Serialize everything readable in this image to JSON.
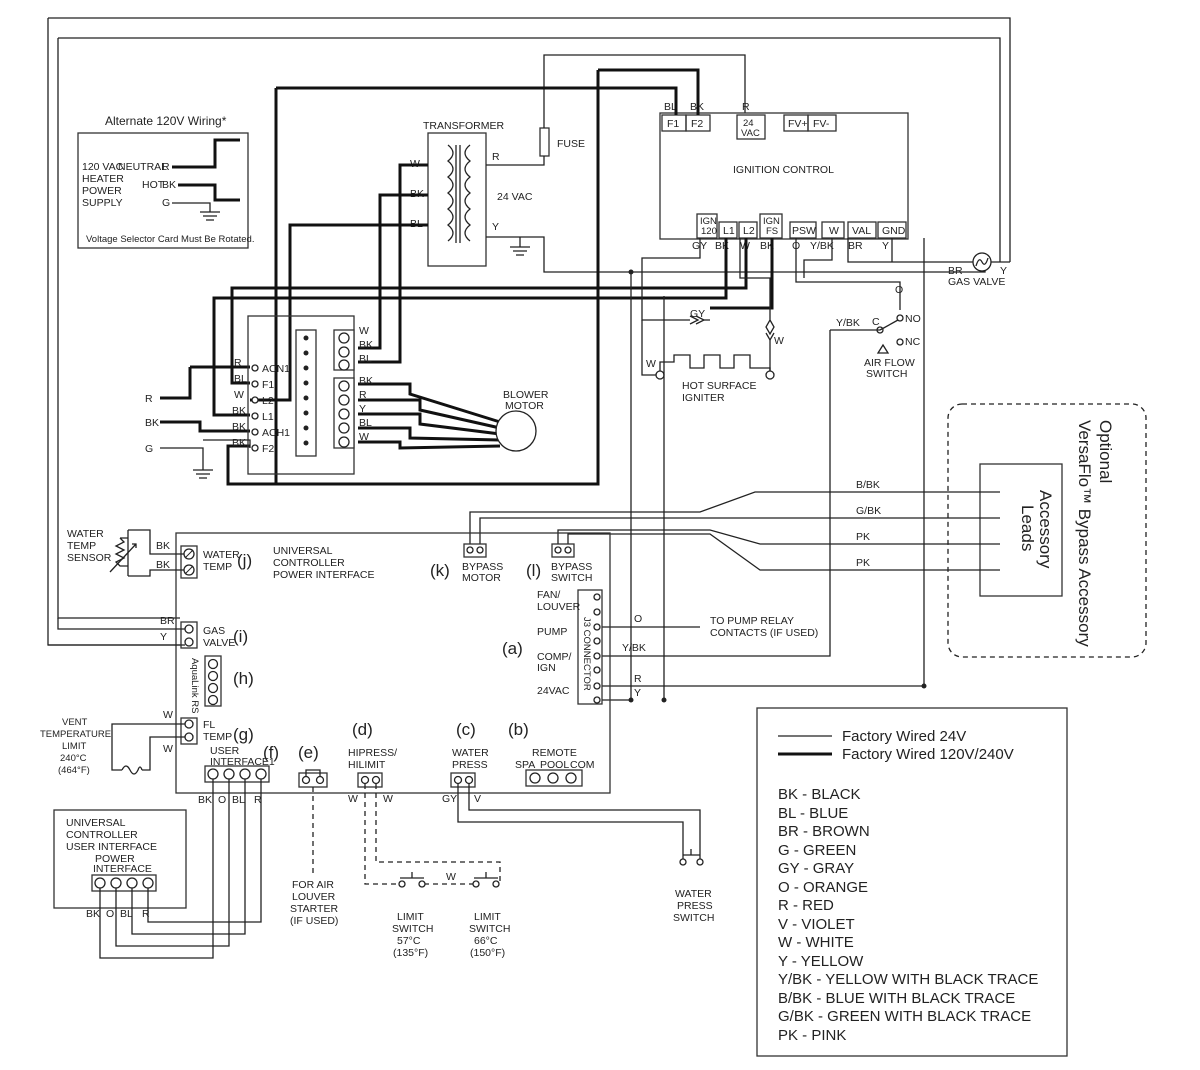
{
  "alt_wiring": {
    "title": "Alternate 120V Wiring*",
    "supply": [
      "120 VAC",
      "HEATER",
      "POWER",
      "SUPPLY"
    ],
    "neutral": "NEUTRAL",
    "neutral_wire": "R",
    "hot": "HOT",
    "hot_wire": "BK",
    "ground": "G",
    "note": "Voltage Selector Card Must Be Rotated."
  },
  "transformer": {
    "title": "TRANSFORMER",
    "fuse": "FUSE",
    "volts": "24 VAC",
    "w": "W",
    "bk": "BK",
    "bl": "BL",
    "r": "R",
    "y": "Y"
  },
  "ignition": {
    "title": "IGNITION CONTROL",
    "top_terms": [
      "F1",
      "F2",
      "24\nVAC",
      "FV+",
      "FV-"
    ],
    "top_wires": [
      "BL",
      "BK",
      "R"
    ],
    "bottom_terms": [
      "IGN\n120",
      "L1",
      "L2",
      "IGN\nFS",
      "PSW",
      "W",
      "VAL",
      "GND"
    ],
    "bottom_wires": [
      "GY",
      "BK",
      "W",
      "BK",
      "O",
      "Y/BK",
      "BR",
      "Y"
    ]
  },
  "gas_valve": {
    "label": "GAS VALVE",
    "br": "BR",
    "y": "Y"
  },
  "air_flow": {
    "label": [
      "AIR FLOW",
      "SWITCH"
    ],
    "o": "O",
    "no": "NO",
    "c": "C",
    "nc": "NC",
    "ybk": "Y/BK"
  },
  "igniter": {
    "label": [
      "HOT SURFACE",
      "IGNITER"
    ],
    "gy": "GY",
    "w1": "W",
    "w2": "W"
  },
  "voltage_card": {
    "terms": [
      "ACN1",
      "F1",
      "L2",
      "L1",
      "ACH1",
      "F2"
    ],
    "left_wires": [
      "R",
      "BL",
      "W",
      "BK",
      "BK",
      "BK"
    ],
    "right_top": [
      "W",
      "BK",
      "BL"
    ],
    "right_bottom": [
      "BK",
      "R",
      "Y",
      "BL",
      "W"
    ],
    "input": [
      "R",
      "BK",
      "G"
    ]
  },
  "blower": {
    "label": [
      "BLOWER",
      "MOTOR"
    ]
  },
  "bypass_accessory": {
    "title": [
      "Optional",
      "VersaFlo™ Bypass Accessory"
    ],
    "leads": [
      "Accessory",
      "Leads"
    ],
    "wires": [
      "B/BK",
      "G/BK",
      "PK",
      "PK"
    ]
  },
  "controller": {
    "title": [
      "UNIVERSAL",
      "CONTROLLER",
      "POWER INTERFACE"
    ],
    "water_temp": {
      "letter": "(j)",
      "label": [
        "WATER",
        "TEMP"
      ],
      "sensor": [
        "WATER",
        "TEMP",
        "SENSOR"
      ],
      "wires": [
        "BK",
        "BK"
      ]
    },
    "gas_valve": {
      "letter": "(i)",
      "label": [
        "GAS",
        "VALVE"
      ],
      "wires": [
        "BR",
        "Y"
      ]
    },
    "aqualink": {
      "letter": "(h)",
      "label": "AquaLink RS"
    },
    "fl_temp": {
      "letter": "(g)",
      "label": [
        "FL",
        "TEMP"
      ],
      "wires": [
        "W",
        "W"
      ],
      "limit": [
        "VENT",
        "TEMPERATURE",
        "LIMIT",
        "240°C",
        "(464°F)"
      ]
    },
    "user_interface": {
      "letter": "(f)",
      "label": [
        "USER",
        "INTERFACE1"
      ],
      "wires": [
        "BK",
        "O",
        "BL",
        "R"
      ]
    },
    "louver": {
      "letter": "(e)",
      "label": [
        "FOR AIR",
        "LOUVER",
        "STARTER",
        "(IF USED)"
      ]
    },
    "hipress": {
      "letter": "(d)",
      "label": [
        "HIPRESS/",
        "HILIMIT"
      ],
      "wires": [
        "W",
        "W"
      ]
    },
    "water_press": {
      "letter": "(c)",
      "label": [
        "WATER",
        "PRESS"
      ],
      "wires": [
        "GY",
        "V"
      ],
      "switch": [
        "WATER",
        "PRESS",
        "SWITCH"
      ]
    },
    "remote": {
      "letter": "(b)",
      "label": "REMOTE",
      "terms": [
        "SPA",
        "POOL",
        "COM"
      ]
    },
    "j3": {
      "letter": "(a)",
      "label": "J3 CONNECTOR",
      "rows": [
        "FAN/\nLOUVER",
        "PUMP",
        "COMP/\nIGN",
        "24VAC"
      ],
      "wires": [
        "O",
        "Y/BK",
        "R",
        "Y"
      ],
      "pump_note": [
        "TO PUMP RELAY",
        "CONTACTS (IF USED)"
      ]
    },
    "bypass_motor": {
      "letter": "(k)",
      "label": [
        "BYPASS",
        "MOTOR"
      ]
    },
    "bypass_switch": {
      "letter": "(l)",
      "label": [
        "BYPASS",
        "SWITCH"
      ]
    }
  },
  "limit_switches": {
    "w": "W",
    "sw1": [
      "LIMIT",
      "SWITCH",
      "57°C",
      "(135°F)"
    ],
    "sw2": [
      "LIMIT",
      "SWITCH",
      "66°C",
      "(150°F)"
    ]
  },
  "user_iface_box": {
    "title": [
      "UNIVERSAL",
      "CONTROLLER",
      "USER INTERFACE"
    ],
    "sub": [
      "POWER",
      "INTERFACE"
    ],
    "wires": [
      "BK",
      "O",
      "BL",
      "R"
    ]
  },
  "legend": {
    "line24": "Factory Wired 24V",
    "line120": "Factory Wired 120V/240V",
    "colors": [
      "BK - BLACK",
      "BL - BLUE",
      "BR - BROWN",
      "G - GREEN",
      "GY - GRAY",
      "O - ORANGE",
      "R - RED",
      "V - VIOLET",
      "W - WHITE",
      "Y - YELLOW",
      "Y/BK - YELLOW WITH BLACK TRACE",
      "B/BK - BLUE WITH BLACK TRACE",
      "G/BK - GREEN WITH BLACK TRACE",
      "PK - PINK"
    ]
  }
}
